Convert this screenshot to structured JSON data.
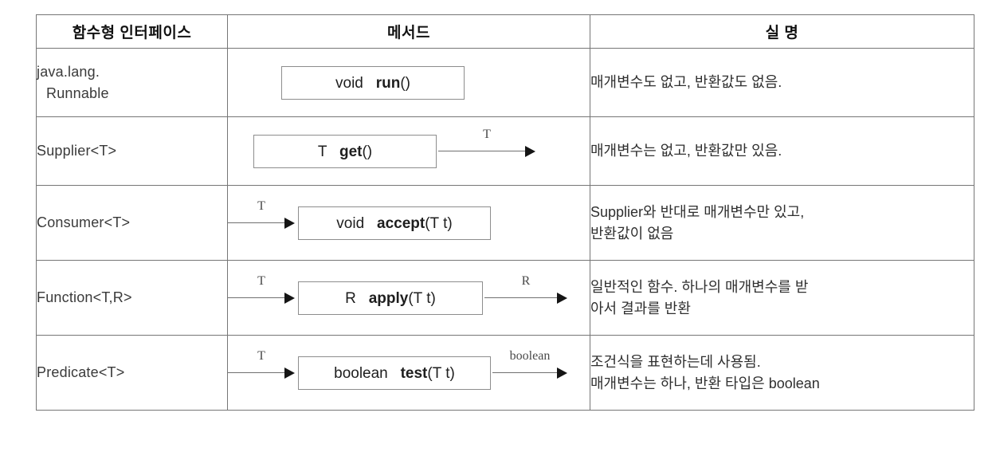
{
  "table": {
    "headers": {
      "interface": "함수형 인터페이스",
      "method": "메서드",
      "description": "실 명"
    },
    "rows": [
      {
        "interface_line1": "java.lang.",
        "interface_line2": "Runnable",
        "method": {
          "return_type": "void",
          "name": "run",
          "args": "()"
        },
        "input_label": "",
        "output_label": "",
        "desc_line1": "매개변수도 없고, 반환값도 없음.",
        "desc_line2": ""
      },
      {
        "interface_line1": "Supplier<T>",
        "interface_line2": "",
        "method": {
          "return_type": "T",
          "name": "get",
          "args": "()"
        },
        "input_label": "",
        "output_label": "T",
        "desc_line1": "매개변수는 없고, 반환값만 있음.",
        "desc_line2": ""
      },
      {
        "interface_line1": "Consumer<T>",
        "interface_line2": "",
        "method": {
          "return_type": "void",
          "name": "accept",
          "args": "(T t)"
        },
        "input_label": "T",
        "output_label": "",
        "desc_line1": "Supplier와 반대로 매개변수만 있고,",
        "desc_line2": "반환값이 없음"
      },
      {
        "interface_line1": "Function<T,R>",
        "interface_line2": "",
        "method": {
          "return_type": "R",
          "name": "apply",
          "args": "(T t)"
        },
        "input_label": "T",
        "output_label": "R",
        "desc_line1": "일반적인 함수. 하나의 매개변수를 받",
        "desc_line2": "아서 결과를 반환"
      },
      {
        "interface_line1": "Predicate<T>",
        "interface_line2": "",
        "method": {
          "return_type": "boolean",
          "name": "test",
          "args": "(T t)"
        },
        "input_label": "T",
        "output_label": "boolean",
        "desc_line1": "조건식을 표현하는데 사용됨.",
        "desc_line2": "매개변수는 하나, 반환 타입은 boolean"
      }
    ]
  },
  "colors": {
    "header_background": "#e0e0e0",
    "border": "#767676",
    "box_border": "#8d8d8d",
    "arrow": "#707070",
    "text": "#1e1e1e"
  }
}
